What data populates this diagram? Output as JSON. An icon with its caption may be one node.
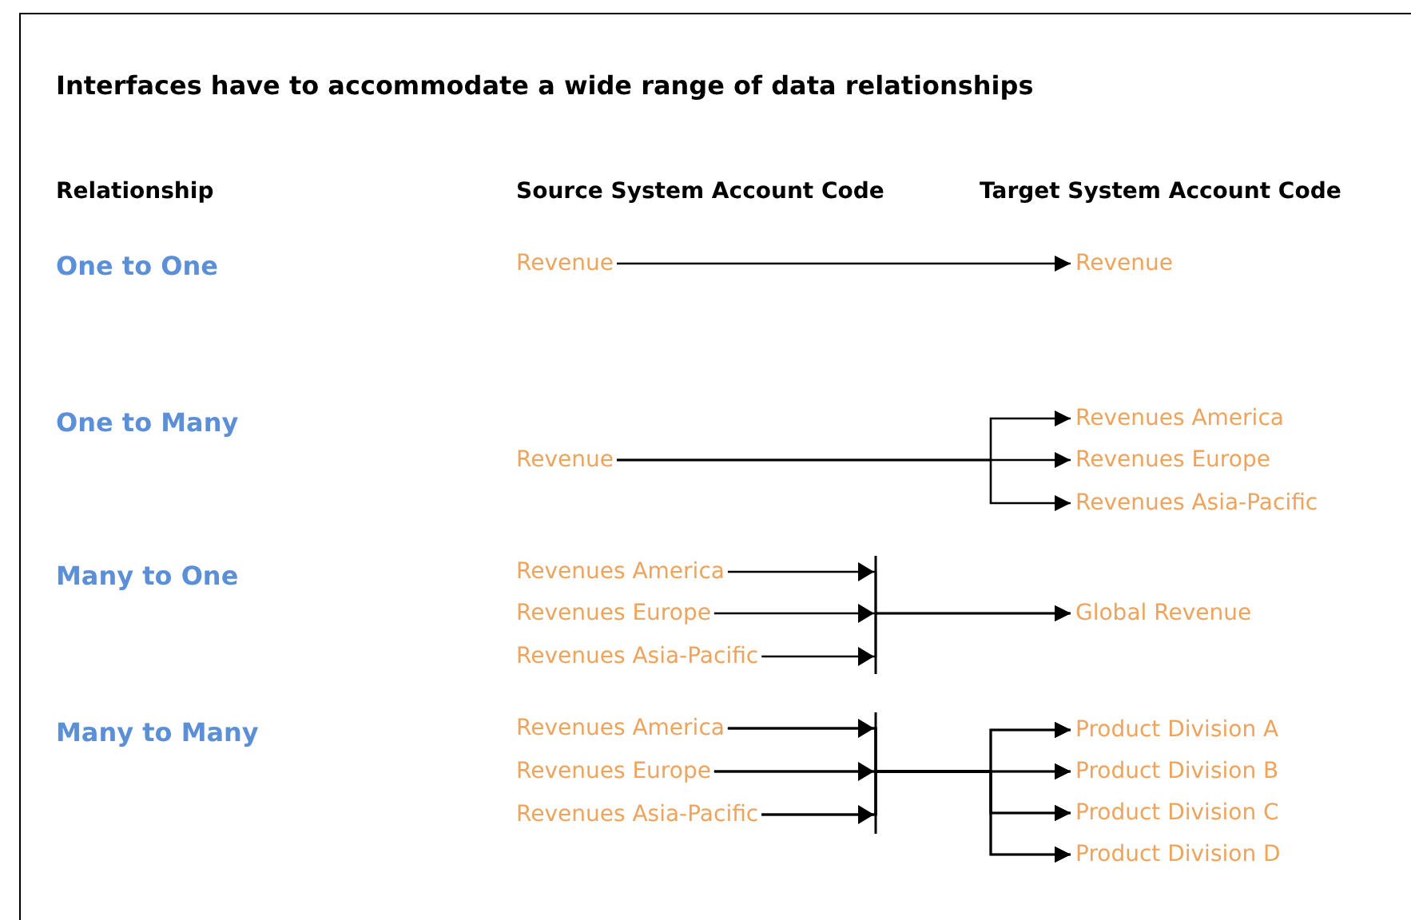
{
  "diagram": {
    "title": "Interfaces have to accommodate a wide range of data relationships",
    "nodes": [
      {
        "text": [
          "Revenue"
        ]
      },
      {
        "text": [
          "Revenue"
        ]
      },
      {
        "text": [
          "Revenue"
        ]
      },
      {
        "text": [
          "Revenues America"
        ]
      },
      {
        "text": [
          "Revenues Europe"
        ]
      },
      {
        "text": [
          "Revenues Asia-Pacific"
        ]
      },
      {
        "text": [
          "Revenues America"
        ]
      },
      {
        "text": [
          "Revenues Europe"
        ]
      },
      {
        "text": [
          "Revenues Asia-Pacific"
        ]
      },
      {
        "text": [
          "Global Revenue"
        ]
      },
      {
        "text": [
          "Revenues America"
        ]
      },
      {
        "text": [
          "Revenues Europe"
        ]
      },
      {
        "text": [
          "Revenues Asia-Pacific"
        ]
      },
      {
        "text": [
          "Product Division A"
        ]
      },
      {
        "text": [
          "Product Division B"
        ]
      },
      {
        "text": [
          "Product Division C"
        ]
      },
      {
        "text": [
          "Product Division D"
        ]
      }
    ],
    "edges": [
      {
        "from": 0,
        "to": 1,
        "arrow": "to"
      },
      {
        "from": 2,
        "to": 3,
        "arrow": "to"
      },
      {
        "from": 2,
        "to": 4,
        "arrow": "to"
      },
      {
        "from": 2,
        "to": 5,
        "arrow": "to"
      },
      {
        "from": 6,
        "to": 9,
        "arrow": "to"
      },
      {
        "from": 7,
        "to": 9,
        "arrow": "to"
      },
      {
        "from": 8,
        "to": 9,
        "arrow": "to"
      },
      {
        "from": 10,
        "to": 13,
        "arrow": "to"
      },
      {
        "from": 10,
        "to": 14,
        "arrow": "to"
      },
      {
        "from": 10,
        "to": 15,
        "arrow": "to"
      },
      {
        "from": 10,
        "to": 16,
        "arrow": "to"
      },
      {
        "from": 11,
        "to": 13,
        "arrow": "to"
      },
      {
        "from": 11,
        "to": 14,
        "arrow": "to"
      },
      {
        "from": 11,
        "to": 15,
        "arrow": "to"
      },
      {
        "from": 11,
        "to": 16,
        "arrow": "to"
      },
      {
        "from": 12,
        "to": 13,
        "arrow": "to"
      },
      {
        "from": 12,
        "to": 14,
        "arrow": "to"
      },
      {
        "from": 12,
        "to": 15,
        "arrow": "to"
      },
      {
        "from": 12,
        "to": 16,
        "arrow": "to"
      }
    ],
    "labels": [
      "Relationship",
      "Source System Account Code",
      "Target System Account Code",
      "One to One",
      "One to Many",
      "Many to One",
      "Many to Many"
    ]
  }
}
